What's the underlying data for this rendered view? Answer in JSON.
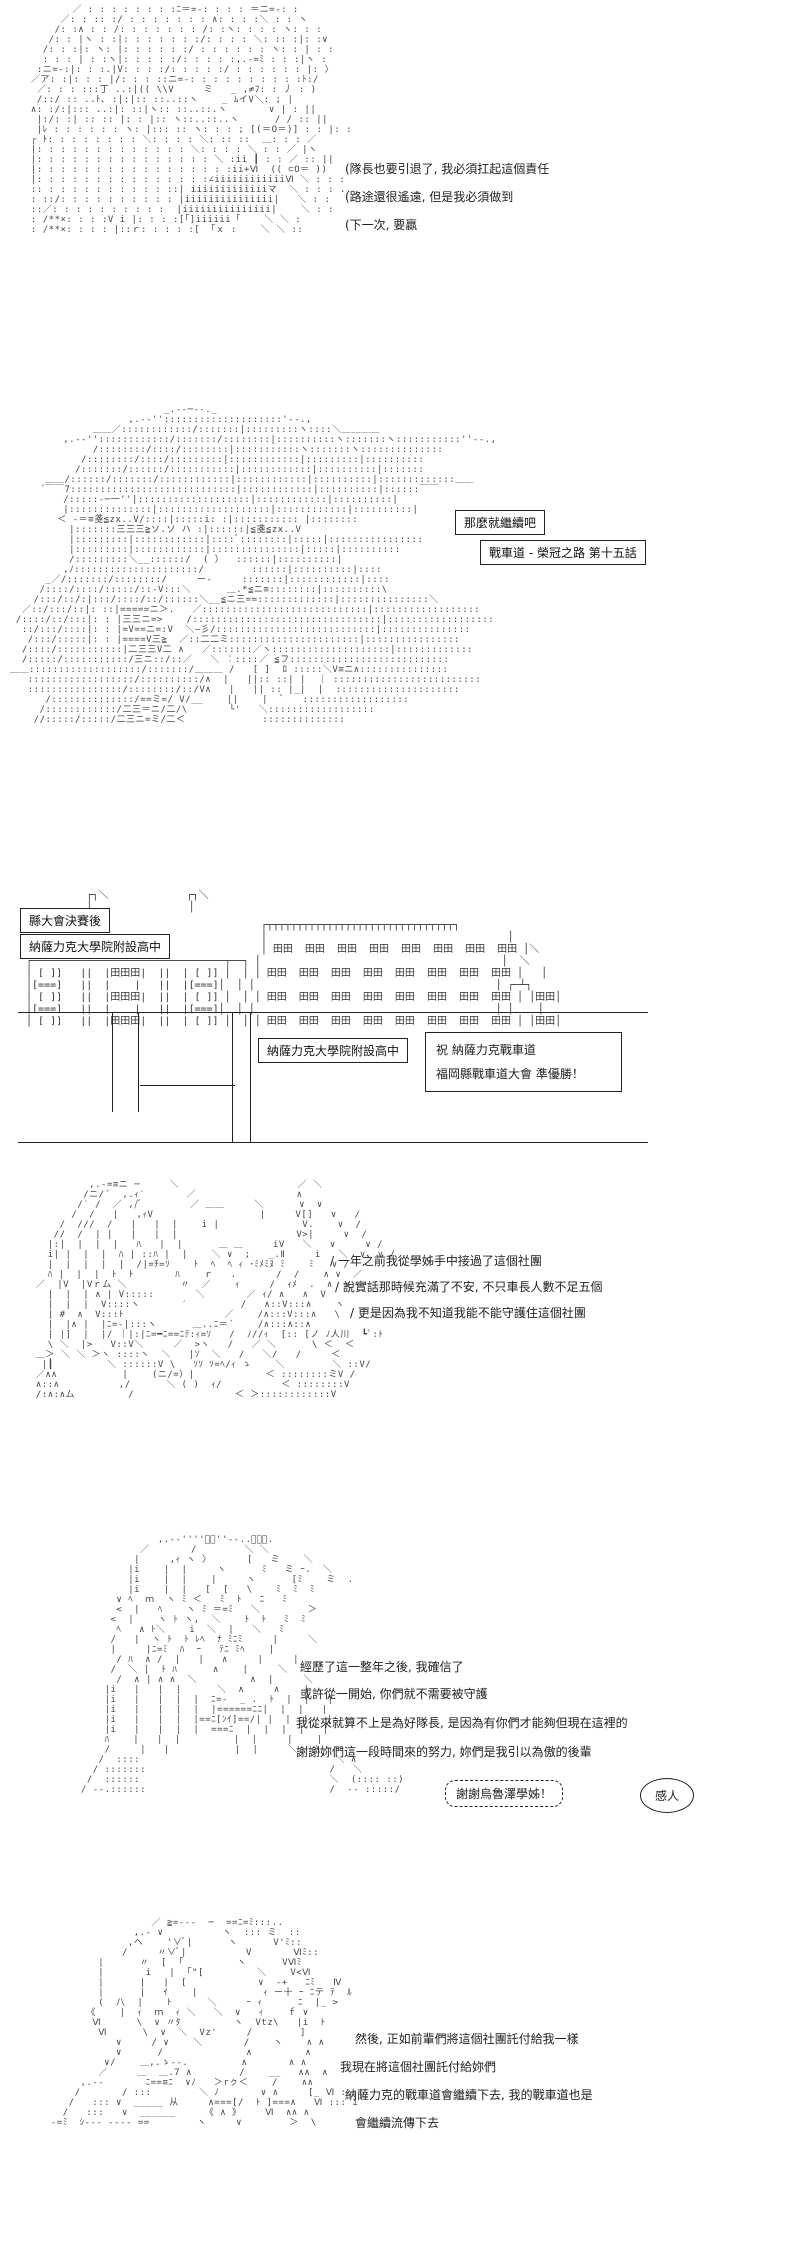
{
  "panel1": {
    "lines": [
      "(隊長也要引退了, 我必須扛起這個責任",
      "(路途還很遙遠, 但是我必須做到",
      "(下一次, 要贏"
    ]
  },
  "panel2": {
    "speech": "那麼就繼續吧",
    "title_box": "戰車道 - 榮冠之路 第十五話"
  },
  "panel3": {
    "caption_top": "縣大會決賽後",
    "caption_school": "納薩力克大學院附設高中",
    "gate_sign": "納薩力克大學院附設高中",
    "banner_line1": "祝 納薩力克戰車道",
    "banner_line2": "福岡縣戰車道大會 準優勝！"
  },
  "panel4": {
    "lines": [
      "/ 一年之前我從學姊手中接過了這個社團",
      "/ 說實話那時候充滿了不安, 不只車長人數不足五個",
      "/ 更是因為我不知道我能不能守護住這個社團"
    ]
  },
  "panel5": {
    "lines": [
      "經歷了這一整年之後, 我確信了",
      "或許從一開始, 你們就不需要被守護",
      "我從來就算不上是為好隊長, 是因為有你們才能夠但現在這裡的",
      "謝謝妳們這一段時間來的努力, 妳們是我引以為傲的後輩"
    ],
    "shout": "謝謝烏魯澤學姊！",
    "side": "感人"
  },
  "panel6": {
    "lines": [
      "然後, 正如前輩們將這個社團託付給我一樣",
      "我現在將這個社團託付給妳們",
      "納薩力克的戰車道會繼續下去, 我的戰車道也是",
      "會繼續流傳下去"
    ]
  }
}
